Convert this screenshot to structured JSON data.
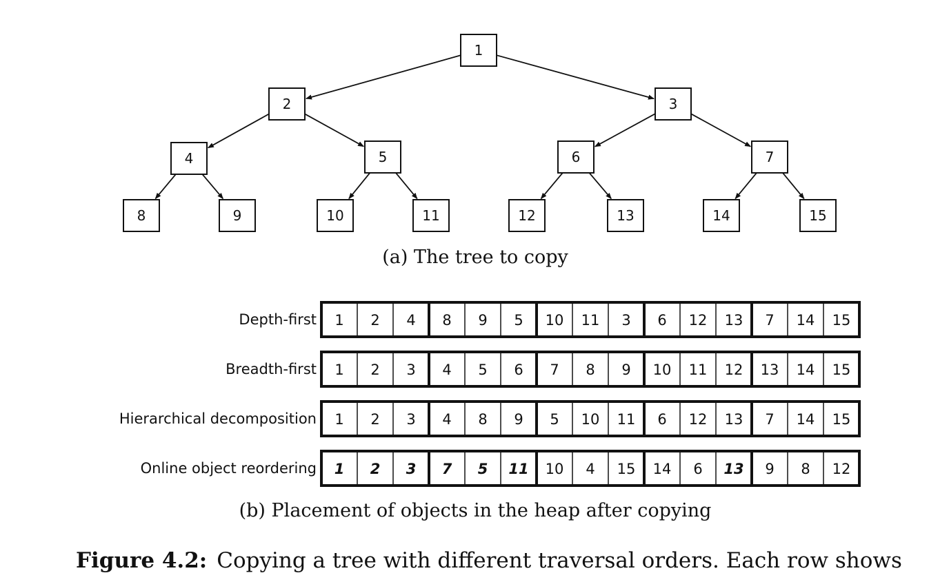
{
  "tree": {
    "nodes": [
      {
        "id": "1"
      },
      {
        "id": "2"
      },
      {
        "id": "3"
      },
      {
        "id": "4"
      },
      {
        "id": "5"
      },
      {
        "id": "6"
      },
      {
        "id": "7"
      },
      {
        "id": "8"
      },
      {
        "id": "9"
      },
      {
        "id": "10"
      },
      {
        "id": "11"
      },
      {
        "id": "12"
      },
      {
        "id": "13"
      },
      {
        "id": "14"
      },
      {
        "id": "15"
      }
    ],
    "edges": [
      [
        "1",
        "2"
      ],
      [
        "1",
        "3"
      ],
      [
        "2",
        "4"
      ],
      [
        "2",
        "5"
      ],
      [
        "3",
        "6"
      ],
      [
        "3",
        "7"
      ],
      [
        "4",
        "8"
      ],
      [
        "4",
        "9"
      ],
      [
        "5",
        "10"
      ],
      [
        "5",
        "11"
      ],
      [
        "6",
        "12"
      ],
      [
        "6",
        "13"
      ],
      [
        "7",
        "14"
      ],
      [
        "7",
        "15"
      ]
    ],
    "caption": "(a) The tree to copy"
  },
  "placement": {
    "rows": [
      {
        "label": "Depth-first",
        "cells": [
          "1",
          "2",
          "4",
          "8",
          "9",
          "5",
          "10",
          "11",
          "3",
          "6",
          "12",
          "13",
          "7",
          "14",
          "15"
        ],
        "bold": []
      },
      {
        "label": "Breadth-first",
        "cells": [
          "1",
          "2",
          "3",
          "4",
          "5",
          "6",
          "7",
          "8",
          "9",
          "10",
          "11",
          "12",
          "13",
          "14",
          "15"
        ],
        "bold": []
      },
      {
        "label": "Hierarchical decomposition",
        "cells": [
          "1",
          "2",
          "3",
          "4",
          "8",
          "9",
          "5",
          "10",
          "11",
          "6",
          "12",
          "13",
          "7",
          "14",
          "15"
        ],
        "bold": []
      },
      {
        "label": "Online object reordering",
        "cells": [
          "1",
          "2",
          "3",
          "7",
          "5",
          "11",
          "10",
          "4",
          "15",
          "14",
          "6",
          "13",
          "9",
          "8",
          "12"
        ],
        "bold": [
          "1",
          "2",
          "3",
          "7",
          "5",
          "11",
          "13"
        ]
      }
    ],
    "caption": "(b) Placement of objects in the heap after copying"
  },
  "figure_caption": {
    "label": "Figure 4.2:",
    "text": "Copying a tree with different traversal orders. Each row shows"
  }
}
